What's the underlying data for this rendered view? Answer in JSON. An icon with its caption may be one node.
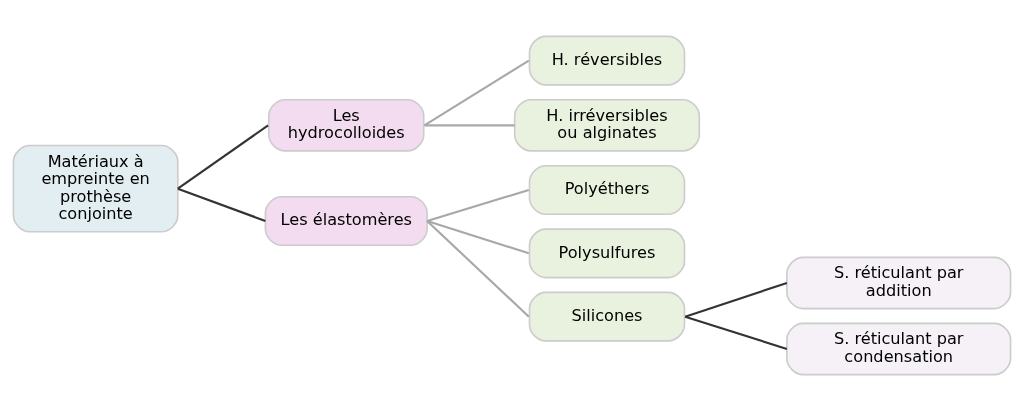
{
  "diagram": {
    "nodes": [
      {
        "text": [
          "Matériaux à empreinte en prothèse conjointe"
        ]
      },
      {
        "text": [
          "Les hydrocolloides"
        ]
      },
      {
        "text": [
          "H. réversibles"
        ]
      },
      {
        "text": [
          "H. irréversibles ou alginates"
        ]
      },
      {
        "text": [
          "Les élastomères"
        ]
      },
      {
        "text": [
          "Polyéthers"
        ]
      },
      {
        "text": [
          "Polysulfures"
        ]
      },
      {
        "text": [
          "Silicones"
        ]
      },
      {
        "text": [
          "S. réticulant par addition"
        ]
      },
      {
        "text": [
          "S. réticulant par condensation"
        ]
      }
    ],
    "edges": [
      {
        "from": 0,
        "to": 1,
        "arrow": "none",
        "color": "#333333"
      },
      {
        "from": 0,
        "to": 4,
        "arrow": "none",
        "color": "#333333"
      },
      {
        "from": 1,
        "to": 2,
        "arrow": "none"
      },
      {
        "from": 1,
        "to": 3,
        "arrow": "none"
      },
      {
        "from": 4,
        "to": 5,
        "arrow": "none"
      },
      {
        "from": 4,
        "to": 6,
        "arrow": "none"
      },
      {
        "from": 4,
        "to": 7,
        "arrow": "none"
      },
      {
        "from": 7,
        "to": 8,
        "arrow": "none",
        "color": "#333333"
      },
      {
        "from": 7,
        "to": 9,
        "arrow": "none",
        "color": "#333333"
      }
    ]
  }
}
